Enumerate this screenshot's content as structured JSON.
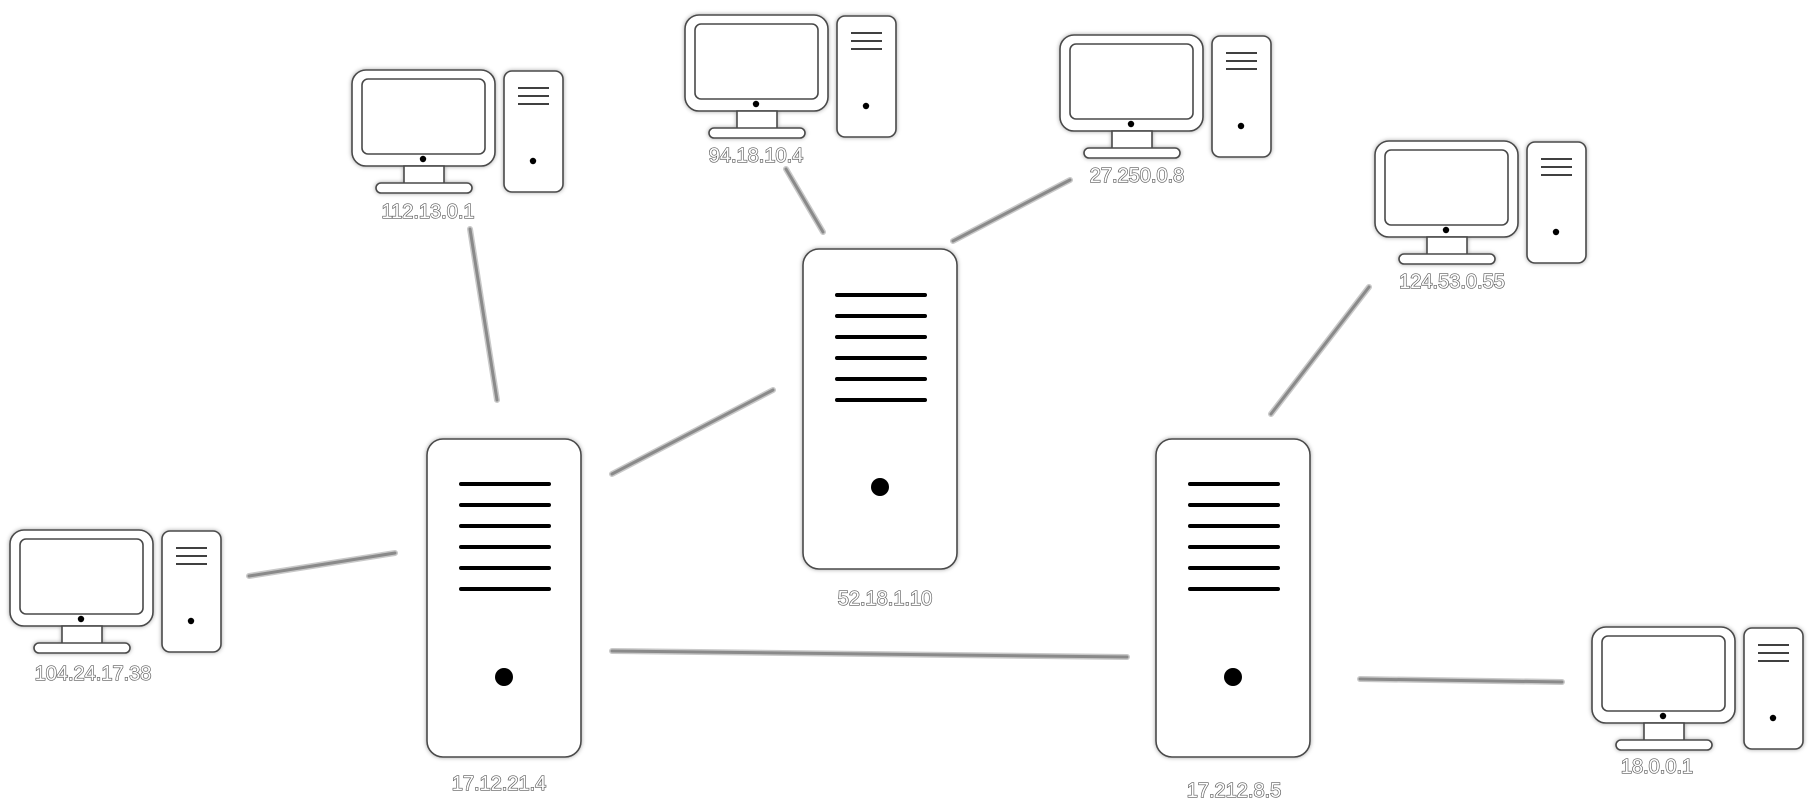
{
  "diagram": {
    "type": "network",
    "servers": [
      {
        "id": "s1",
        "label": "17.12.21.4"
      },
      {
        "id": "s2",
        "label": "52.18.1.10"
      },
      {
        "id": "s3",
        "label": "17.212.8.5"
      }
    ],
    "workstations": [
      {
        "id": "w1",
        "label": "112.13.0.1"
      },
      {
        "id": "w2",
        "label": "94.18.10.4"
      },
      {
        "id": "w3",
        "label": "27.250.0.8"
      },
      {
        "id": "w4",
        "label": "124.53.0.55"
      },
      {
        "id": "w5",
        "label": "104.24.17.38"
      },
      {
        "id": "w6",
        "label": "18.0.0.1"
      }
    ],
    "links": [
      {
        "from": "w1",
        "to": "s1"
      },
      {
        "from": "w5",
        "to": "s1"
      },
      {
        "from": "s1",
        "to": "s2"
      },
      {
        "from": "s1",
        "to": "s3"
      },
      {
        "from": "w2",
        "to": "s2"
      },
      {
        "from": "w3",
        "to": "s2"
      },
      {
        "from": "w4",
        "to": "s3"
      },
      {
        "from": "s3",
        "to": "w6"
      }
    ],
    "colors": {
      "outline": "#4a4a4a",
      "link": "#8a8a8a",
      "server_lines": "#000000"
    }
  }
}
